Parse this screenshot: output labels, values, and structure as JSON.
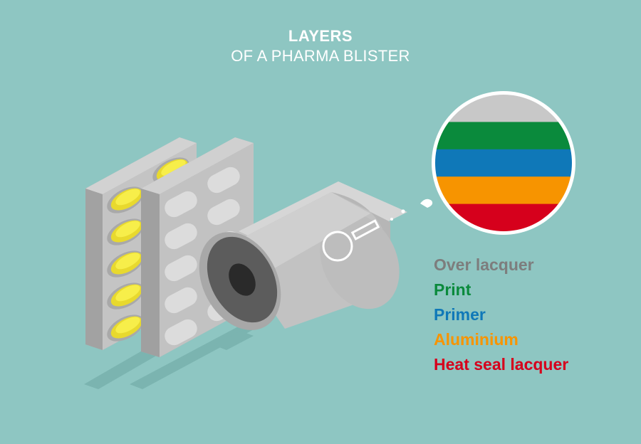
{
  "header": {
    "title": "LAYERS",
    "subtitle": "OF A PHARMA BLISTER"
  },
  "layers": [
    {
      "label": "Over lacquer",
      "color": "#7d7d7d",
      "swatch": "#c8c8c8"
    },
    {
      "label": "Print",
      "color": "#0a8a3c",
      "swatch": "#0a8a3c"
    },
    {
      "label": "Primer",
      "color": "#0f78b8",
      "swatch": "#0f78b8"
    },
    {
      "label": "Aluminium",
      "color": "#f79400",
      "swatch": "#f79400"
    },
    {
      "label": "Heat seal lacquer",
      "color": "#d6001c",
      "swatch": "#d6001c"
    }
  ],
  "icons": [
    "blister-pack-icon",
    "foil-roll-icon",
    "magnifier-icon",
    "thought-bubble-icon"
  ],
  "colors": {
    "background": "#8ec6c2",
    "pill_yellow": "#f2e234",
    "foil_gray": "#c9c9c9"
  }
}
